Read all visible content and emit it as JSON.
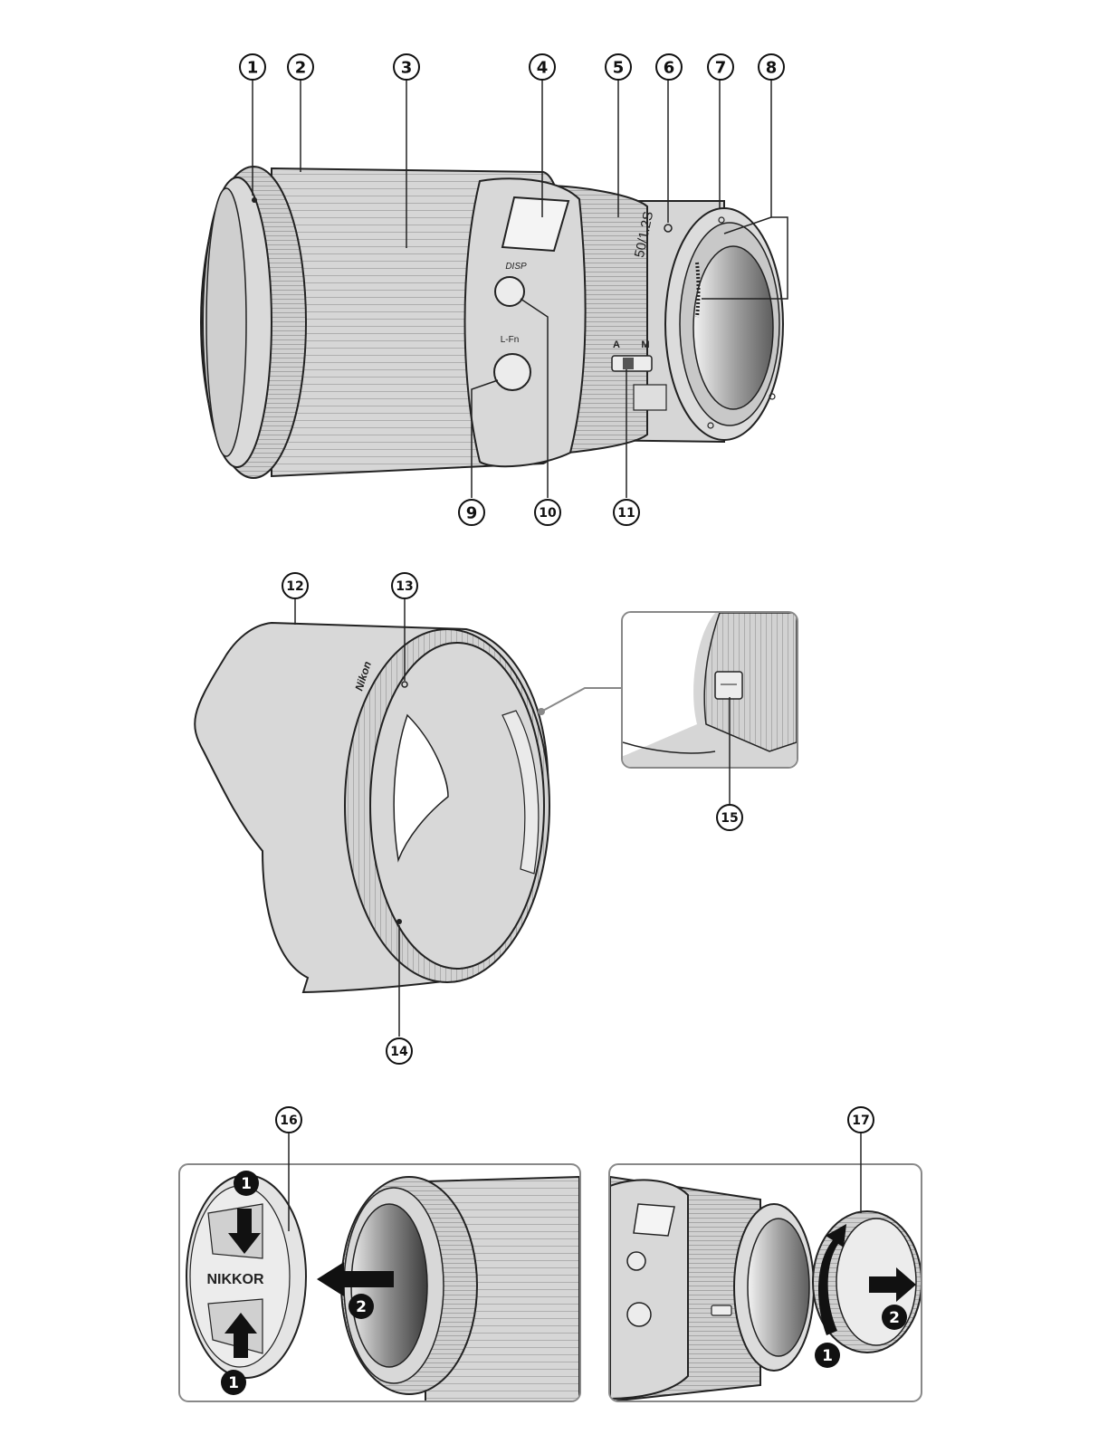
{
  "callouts": [
    "1",
    "2",
    "3",
    "4",
    "5",
    "6",
    "7",
    "8",
    "9",
    "10",
    "11",
    "12",
    "13",
    "14",
    "15",
    "16",
    "17"
  ],
  "lens_body": {
    "disp_label": "DISP",
    "lfn_label": "L-Fn",
    "focal_marking": "50/1.2S",
    "switch_a": "A",
    "switch_m": "M"
  },
  "hood": {
    "brand": "Nikon"
  },
  "front_cap": {
    "brand": "NIKKOR",
    "step_1": "1",
    "step_2": "2"
  },
  "rear_cap": {
    "step_1": "1",
    "step_2": "2"
  },
  "colors": {
    "body_gray": "#d4d4d4",
    "line": "#222222",
    "frame": "#888888",
    "arrow": "#111111"
  }
}
